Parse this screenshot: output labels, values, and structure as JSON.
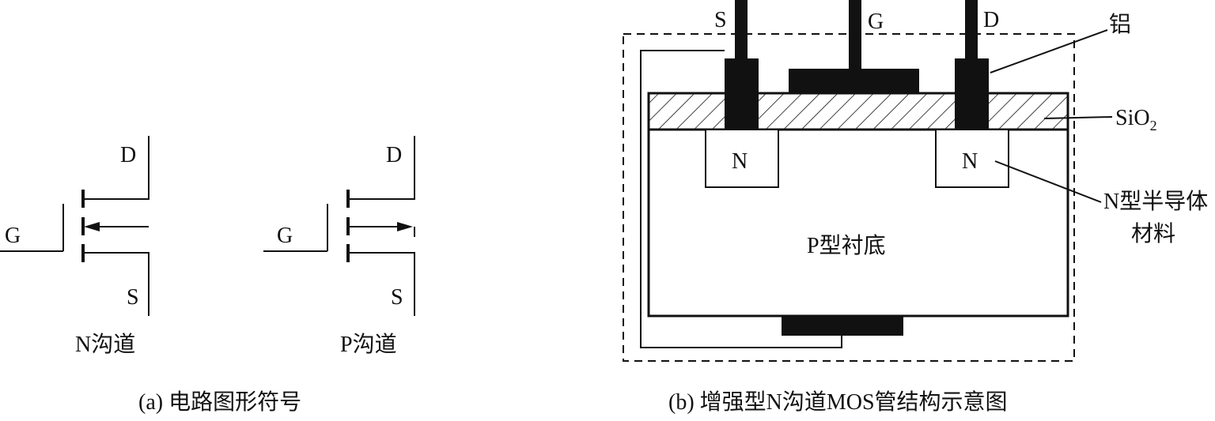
{
  "panel_a": {
    "n_channel": {
      "d": "D",
      "g": "G",
      "s": "S",
      "name": "N沟道"
    },
    "p_channel": {
      "d": "D",
      "g": "G",
      "s": "S",
      "name": "P沟道"
    },
    "caption": "(a)  电路图形符号"
  },
  "panel_b": {
    "terminals": {
      "s": "S",
      "g": "G",
      "d": "D"
    },
    "labels": {
      "aluminum": "铝",
      "oxide_main": "SiO",
      "oxide_sub": "2",
      "source_region": "N",
      "drain_region": "N",
      "n_material_line1": "N型半导体",
      "n_material_line2": "材料",
      "substrate": "P型衬底"
    },
    "caption": "(b)  增强型N沟道MOS管结构示意图"
  }
}
